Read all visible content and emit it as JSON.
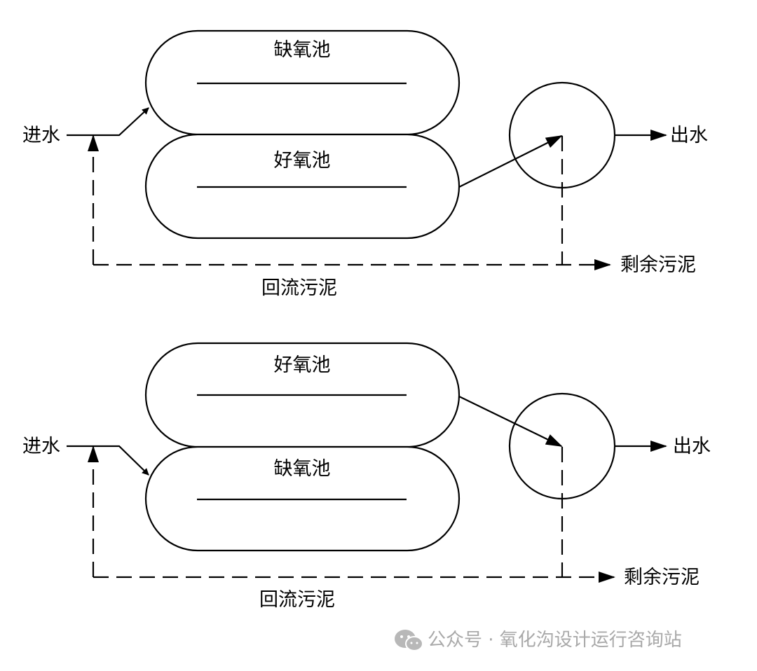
{
  "diagrams": [
    {
      "tank_top_label": "缺氧池",
      "tank_bottom_label": "好氧池",
      "inlet_label": "进水",
      "outlet_label": "出水",
      "excess_sludge_label": "剩余污泥",
      "return_sludge_label": "回流污泥"
    },
    {
      "tank_top_label": "好氧池",
      "tank_bottom_label": "缺氧池",
      "inlet_label": "进水",
      "outlet_label": "出水",
      "excess_sludge_label": "剩余污泥",
      "return_sludge_label": "回流污泥"
    }
  ],
  "watermark": {
    "text": "公众号 · 氧化沟设计运行咨询站",
    "icon": "wechat-icon"
  }
}
